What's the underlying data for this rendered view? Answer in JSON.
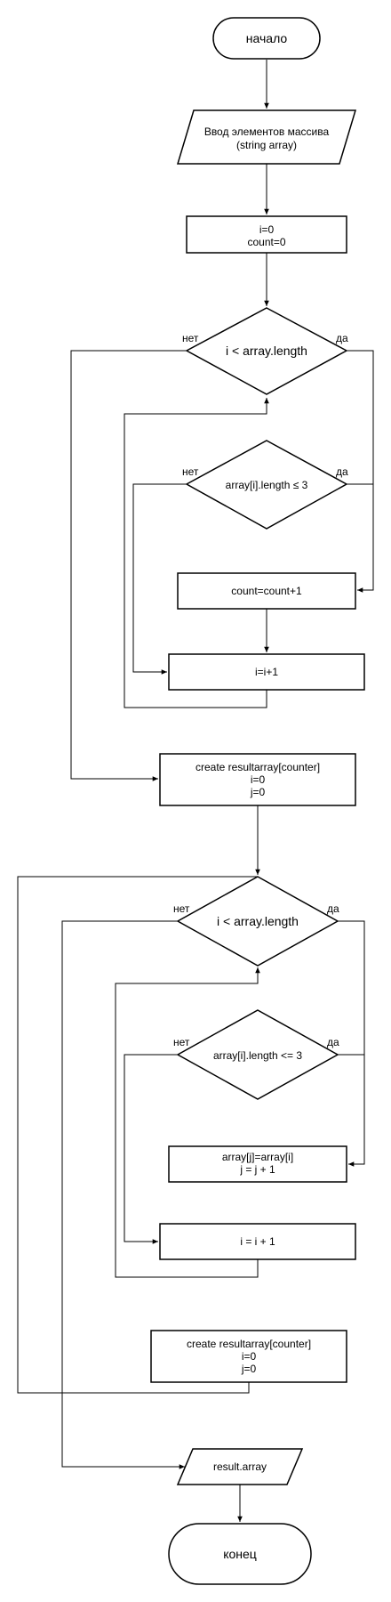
{
  "diagram": {
    "nodes": {
      "start": [
        "начало"
      ],
      "input": [
        "Ввод элементов массива",
        "(string array)"
      ],
      "init1": [
        "i=0",
        "count=0"
      ],
      "cond1": [
        "i < array.length"
      ],
      "cond1_no": "нет",
      "cond1_yes": "да",
      "cond2": [
        "array[i].length ≤ 3"
      ],
      "cond2_no": "нет",
      "cond2_yes": "да",
      "count_inc": [
        "count=count+1"
      ],
      "i_inc1": [
        "i=i+1"
      ],
      "create1": [
        "create resultarray[counter]",
        "i=0",
        "j=0"
      ],
      "cond3": [
        "i < array.length"
      ],
      "cond3_no": "нет",
      "cond3_yes": "да",
      "cond4": [
        "array[i].length <= 3"
      ],
      "cond4_no": "нет",
      "cond4_yes": "да",
      "assign": [
        "array[j]=array[i]",
        "j = j + 1"
      ],
      "i_inc2": [
        "i = i + 1"
      ],
      "create2": [
        "create resultarray[counter]",
        "i=0",
        "j=0"
      ],
      "output": [
        "result.array"
      ],
      "end": [
        "конец"
      ]
    }
  }
}
